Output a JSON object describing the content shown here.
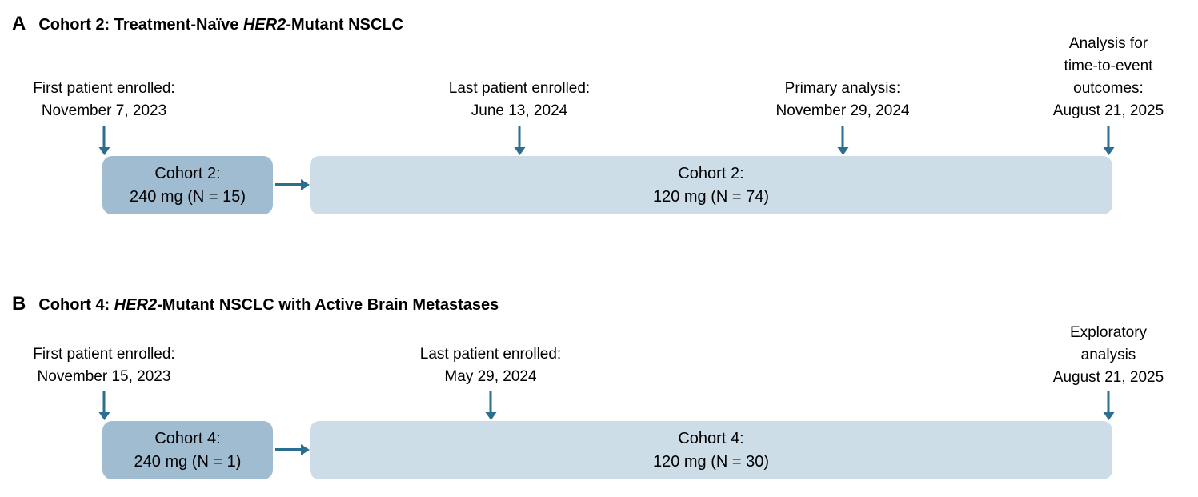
{
  "colors": {
    "background": "#ffffff",
    "box_dark": "#a0bcd0",
    "box_light": "#ccdde8",
    "arrow": "#2b6e90",
    "text": "#000000"
  },
  "panels": [
    {
      "label": "A",
      "title_prefix": "Cohort 2: Treatment-Naïve ",
      "title_gene": "HER2",
      "title_suffix": "-Mutant NSCLC",
      "milestones": [
        {
          "lines": [
            "First patient enrolled:",
            "November 7, 2023"
          ]
        },
        {
          "lines": [
            "Last patient enrolled:",
            "June 13, 2024"
          ]
        },
        {
          "lines": [
            "Primary analysis:",
            "November 29, 2024"
          ]
        },
        {
          "lines": [
            "Analysis for",
            "time-to-event",
            "outcomes:",
            "August 21, 2025"
          ]
        }
      ],
      "boxes": [
        {
          "lines": [
            "Cohort 2:",
            "240 mg (N = 15)"
          ]
        },
        {
          "lines": [
            "Cohort 2:",
            "120 mg (N = 74)"
          ]
        }
      ]
    },
    {
      "label": "B",
      "title_prefix": "Cohort 4: ",
      "title_gene": "HER2",
      "title_suffix": "-Mutant NSCLC with Active Brain Metastases",
      "milestones": [
        {
          "lines": [
            "First patient enrolled:",
            "November 15, 2023"
          ]
        },
        {
          "lines": [
            "Last patient enrolled:",
            "May 29, 2024"
          ]
        },
        {
          "lines": [
            "Exploratory",
            "analysis",
            "August 21, 2025"
          ]
        }
      ],
      "boxes": [
        {
          "lines": [
            "Cohort 4:",
            "240 mg (N = 1)"
          ]
        },
        {
          "lines": [
            "Cohort 4:",
            "120 mg (N = 30)"
          ]
        }
      ]
    }
  ]
}
